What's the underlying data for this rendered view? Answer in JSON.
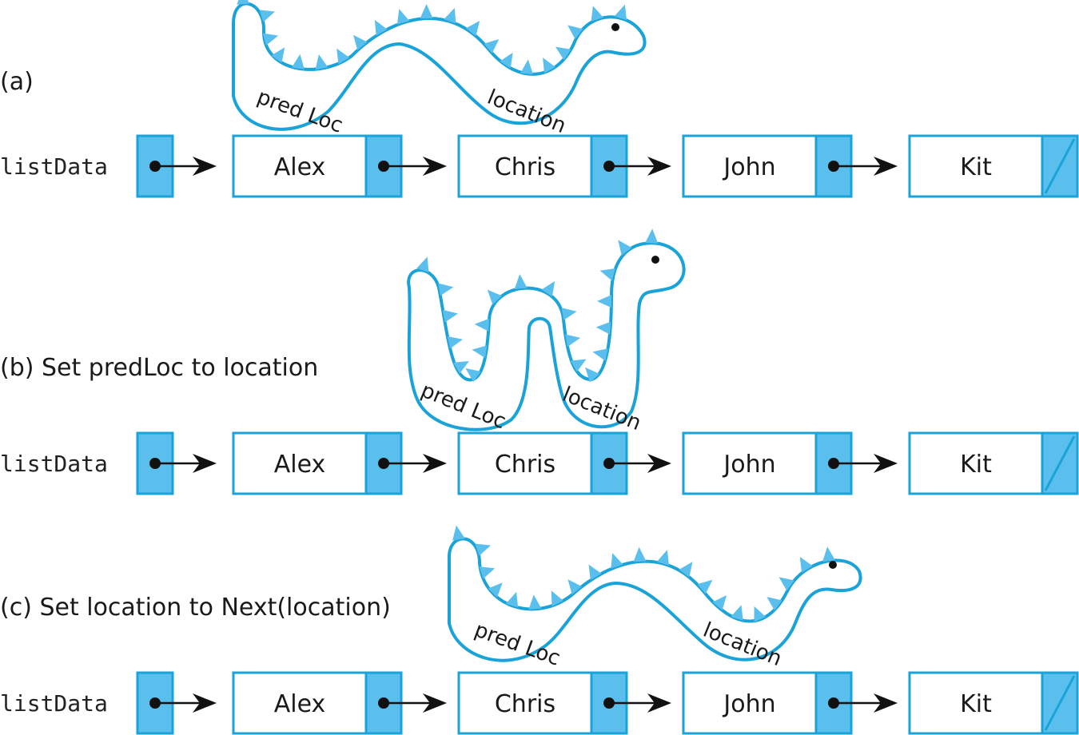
{
  "colors": {
    "outline": "#1aa3d8",
    "fill": "#5bbfee",
    "arrow": "#111111",
    "dot": "#111111"
  },
  "head_label": "listData",
  "nodes": [
    "Alex",
    "Chris",
    "John",
    "Kit"
  ],
  "worm_labels": {
    "pred": "pred Loc",
    "loc": "location"
  },
  "rows": [
    {
      "id": "a",
      "caption": "(a)",
      "pred_index": 0,
      "loc_index": 1
    },
    {
      "id": "b",
      "caption": "(b) Set predLoc to location",
      "pred_index": 1,
      "loc_index": 1
    },
    {
      "id": "c",
      "caption": "(c) Set location to Next(location)",
      "pred_index": 1,
      "loc_index": 2
    }
  ],
  "icons": {
    "worm": "worm-icon",
    "null_pointer": "null-slash-icon"
  }
}
